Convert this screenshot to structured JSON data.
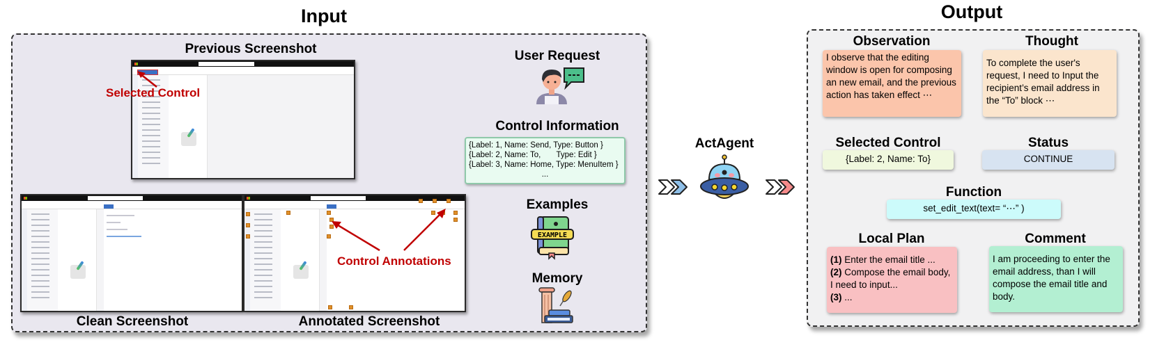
{
  "input": {
    "title": "Input",
    "previous_screenshot": {
      "title": "Previous Screenshot",
      "callout": "Selected Control"
    },
    "clean_screenshot": {
      "title": "Clean Screenshot"
    },
    "annotated_screenshot": {
      "title": "Annotated Screenshot",
      "callout": "Control Annotations"
    },
    "user_request": {
      "title": "User Request",
      "icon": "user-speech-icon"
    },
    "control_information": {
      "title": "Control Information",
      "lines": [
        "{Label: 1, Name: Send,  Type: Button }",
        "{Label: 2, Name: To,       Type: Edit }",
        "{Label: 3, Name: Home, Type: MenuItem }"
      ],
      "ellipsis": "..."
    },
    "examples": {
      "title": "Examples",
      "icon": "example-book-icon",
      "badge": "EXAMPLE"
    },
    "memory": {
      "title": "Memory",
      "icon": "memory-books-icon"
    }
  },
  "agent": {
    "title": "ActAgent",
    "icon": "ufo-robot-icon"
  },
  "output": {
    "title": "Output",
    "observation": {
      "title": "Observation",
      "text": "I observe that the editing window is open for composing an new email, and the previous action has taken effect ⋯"
    },
    "thought": {
      "title": "Thought",
      "text": "To complete the user's request, I need to Input the recipient’s email address in the “To” block ⋯"
    },
    "selected_control": {
      "title": "Selected Control",
      "value": "{Label: 2, Name: To}"
    },
    "status": {
      "title": "Status",
      "value": "CONTINUE"
    },
    "function": {
      "title": "Function",
      "value": "set_edit_text(text= “⋯” )"
    },
    "local_plan": {
      "title": "Local Plan",
      "steps": [
        {
          "num": "(1)",
          "text": " Enter the email title ..."
        },
        {
          "num": "(2)",
          "text": " Compose the email body, I need to input..."
        },
        {
          "num": "(3)",
          "text": " ..."
        }
      ]
    },
    "comment": {
      "title": "Comment",
      "text": "I am proceeding to enter the email address, than I will compose the email title and body."
    }
  },
  "colors": {
    "callout_red": "#c00000",
    "input_bg": "#e9e7ef",
    "output_bg": "#f1f1f2",
    "observation": "#fbc5ab",
    "thought": "#fbe5cd",
    "selected_control": "#f0f8de",
    "status": "#d7e3f1",
    "function": "#ccfbfb",
    "local_plan": "#f9c0c2",
    "comment": "#b3efd2"
  }
}
